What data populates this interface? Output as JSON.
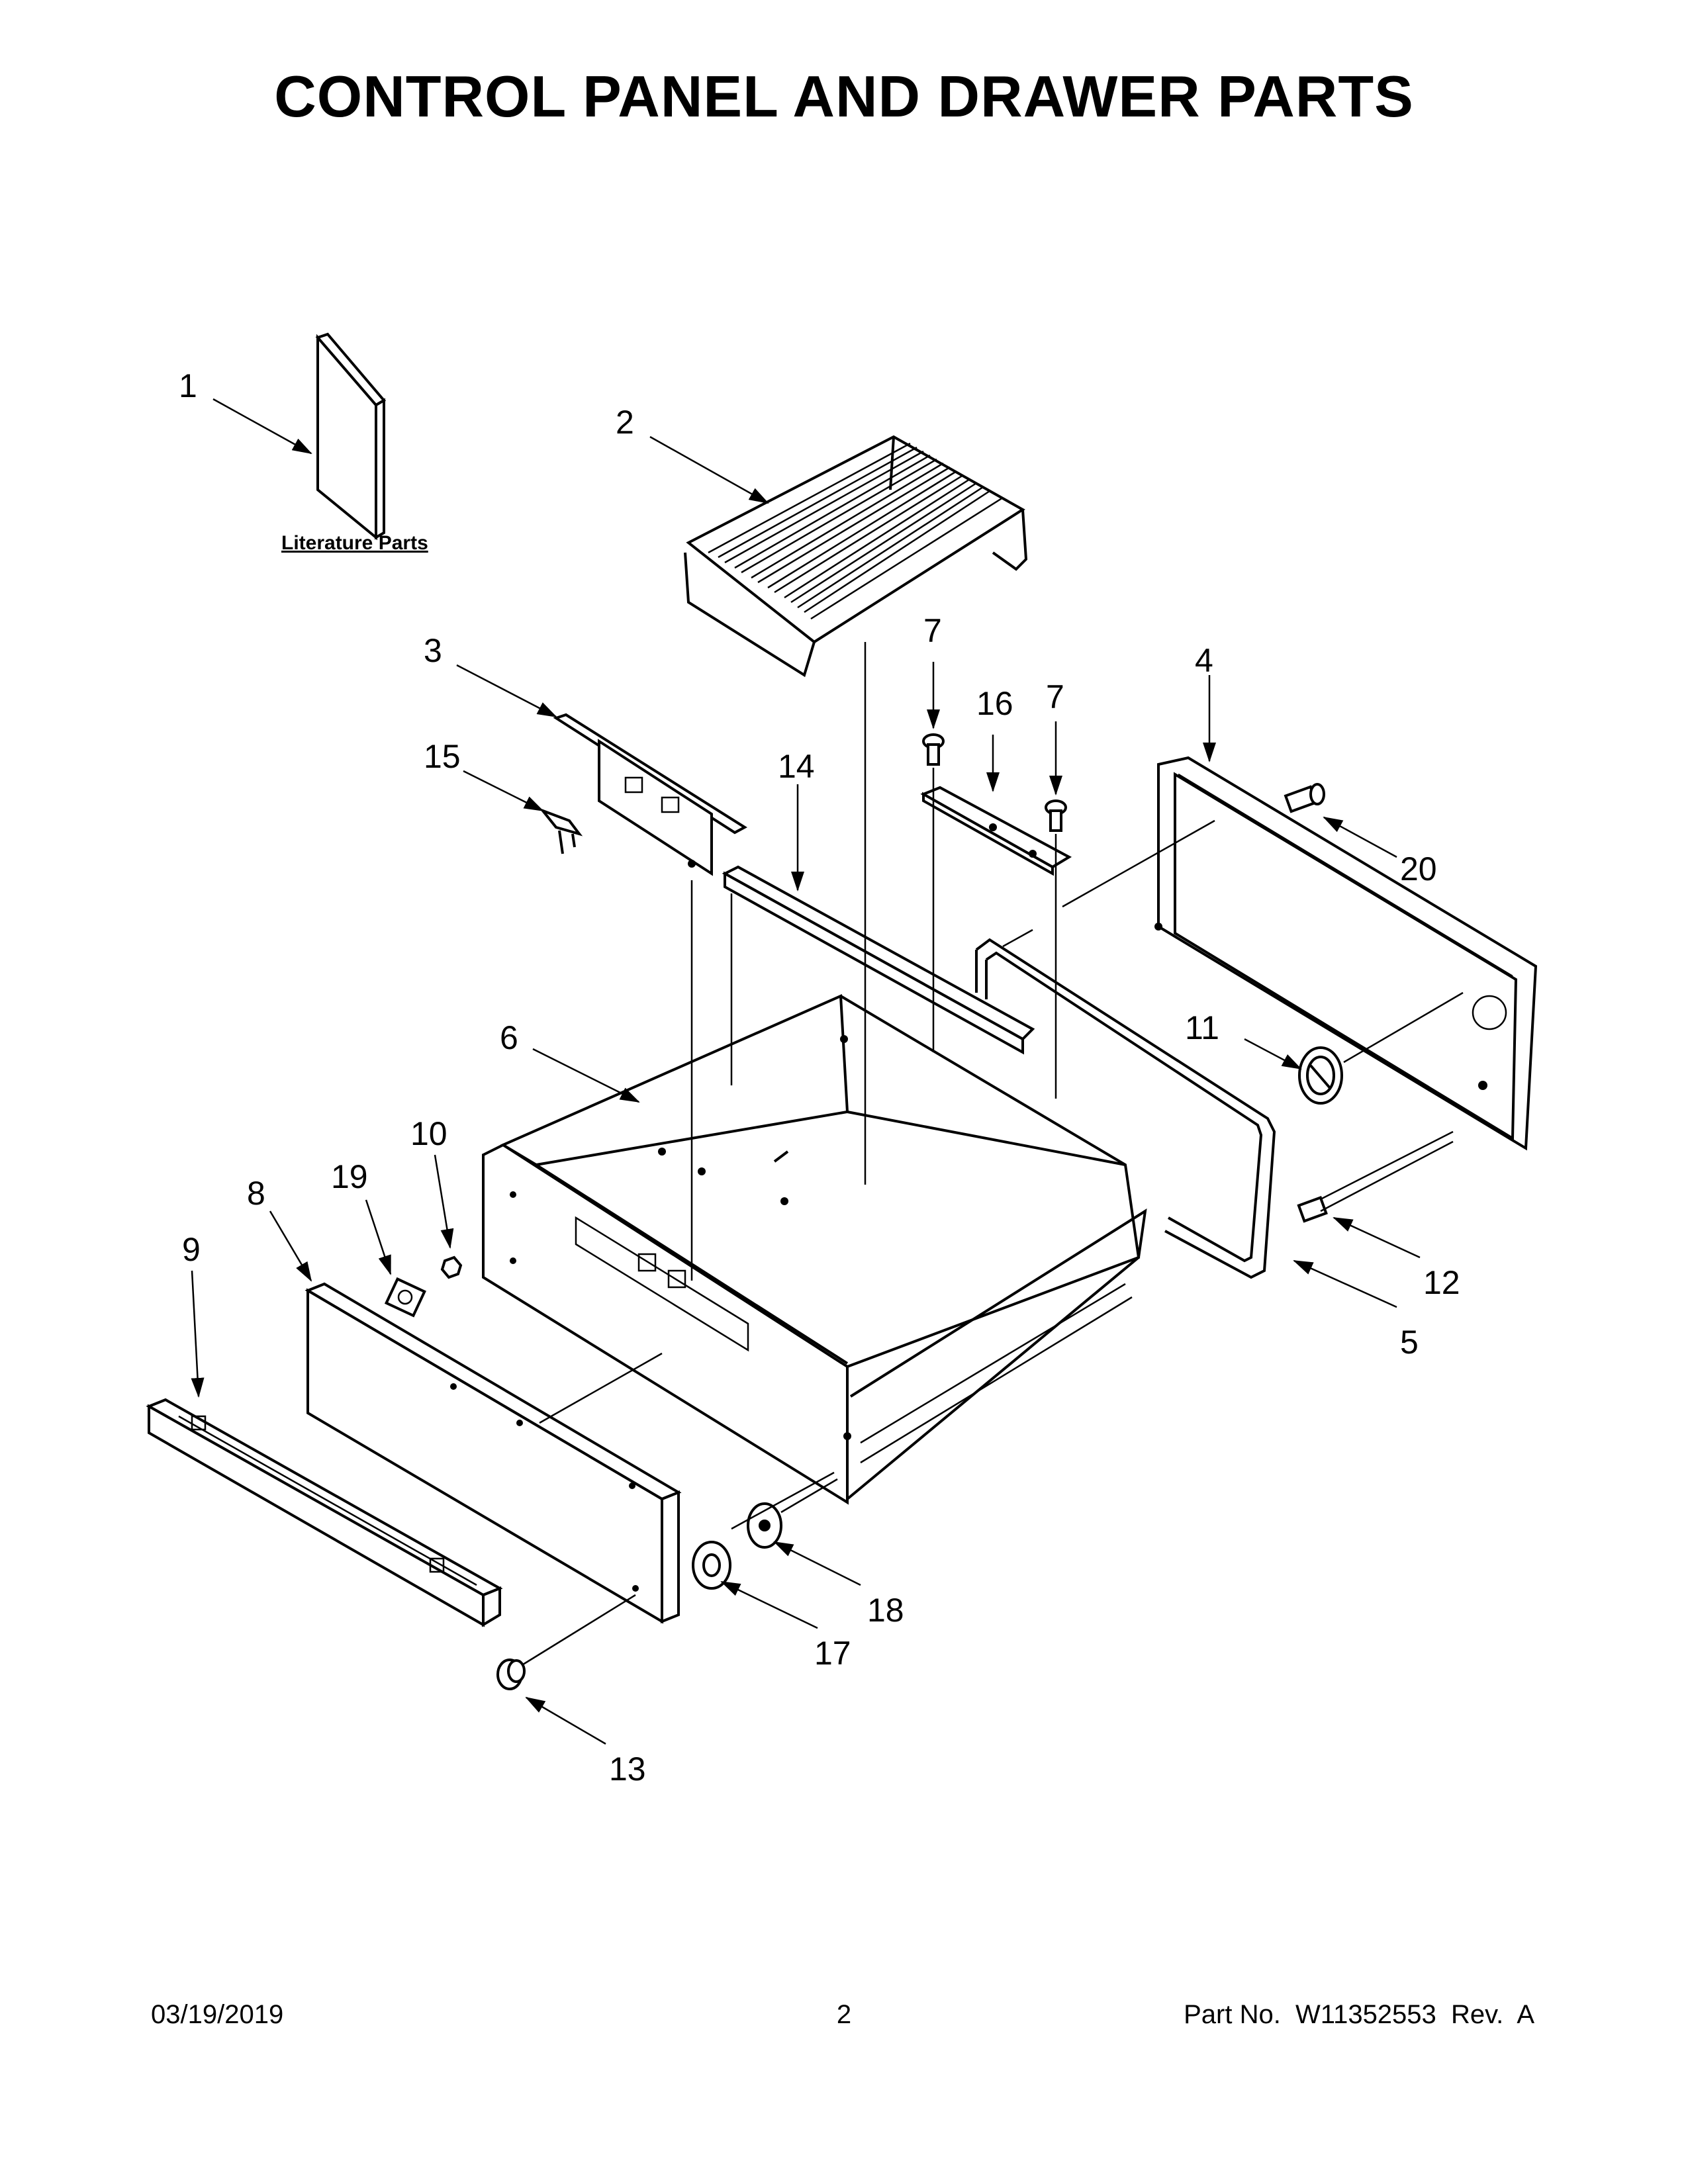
{
  "title": "CONTROL PANEL AND DRAWER PARTS",
  "literature_label": "Literature Parts",
  "callouts": {
    "c1": "1",
    "c2": "2",
    "c3": "3",
    "c4": "4",
    "c5": "5",
    "c6": "6",
    "c7a": "7",
    "c7b": "7",
    "c8": "8",
    "c9": "9",
    "c10": "10",
    "c11": "11",
    "c12": "12",
    "c13": "13",
    "c14": "14",
    "c15": "15",
    "c16": "16",
    "c17": "17",
    "c18": "18",
    "c19": "19",
    "c20": "20"
  },
  "footer": {
    "date": "03/19/2019",
    "page": "2",
    "part_no": "Part No.  W11352553  Rev.  A"
  }
}
